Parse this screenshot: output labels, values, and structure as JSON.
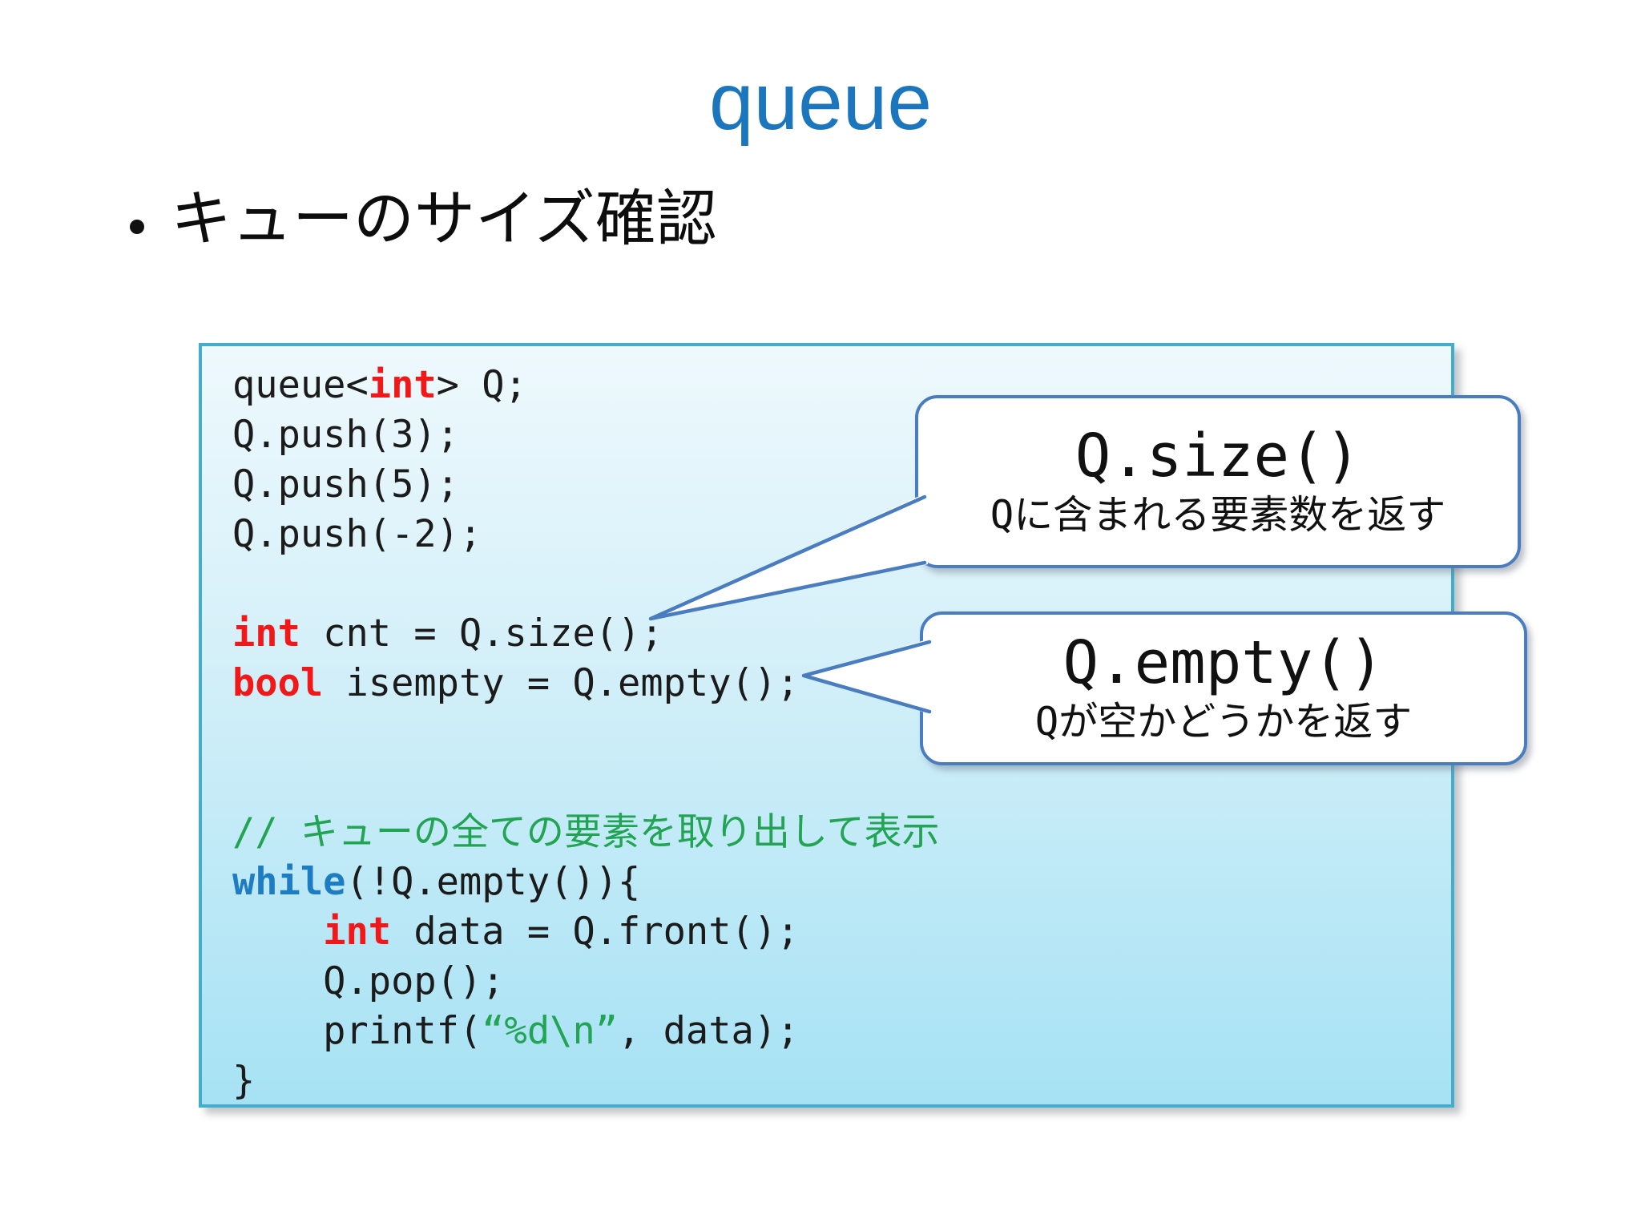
{
  "slide": {
    "title": "queue",
    "bullet_text": "キューのサイズ確認"
  },
  "colors": {
    "title_blue": "#1C76BE",
    "code_box_border": "#43ADCB",
    "code_bg_top": "#EEF9FD",
    "code_bg_bottom": "#A6E2F4",
    "keyword_type_red": "#F01818",
    "keyword_flow_blue": "#1E7CC2",
    "comment_green": "#23A455",
    "string_green": "#23A455",
    "code_text": "#1b1b1b",
    "callout_border_blue": "#4A7CC0",
    "callout_bg": "#FFFFFF"
  },
  "code": {
    "lines": [
      [
        {
          "t": "queue<",
          "c": "plain"
        },
        {
          "t": "int",
          "c": "type"
        },
        {
          "t": "> Q;",
          "c": "plain"
        }
      ],
      [
        {
          "t": "Q.push(3);",
          "c": "plain"
        }
      ],
      [
        {
          "t": "Q.push(5);",
          "c": "plain"
        }
      ],
      [
        {
          "t": "Q.push(-2);",
          "c": "plain"
        }
      ],
      [],
      [
        {
          "t": "int",
          "c": "type"
        },
        {
          "t": " cnt = Q.size();",
          "c": "plain"
        }
      ],
      [
        {
          "t": "bool",
          "c": "type"
        },
        {
          "t": " isempty = Q.empty();",
          "c": "plain"
        }
      ],
      [],
      [],
      [
        {
          "t": "// キューの全ての要素を取り出して表示",
          "c": "comment"
        }
      ],
      [
        {
          "t": "while",
          "c": "flow"
        },
        {
          "t": "(!Q.empty()){",
          "c": "plain"
        }
      ],
      [
        {
          "t": "    ",
          "c": "plain"
        },
        {
          "t": "int",
          "c": "type"
        },
        {
          "t": " data = Q.front();",
          "c": "plain"
        }
      ],
      [
        {
          "t": "    Q.pop();",
          "c": "plain"
        }
      ],
      [
        {
          "t": "    printf(",
          "c": "plain"
        },
        {
          "t": "“%d\\n”",
          "c": "string"
        },
        {
          "t": ", data);",
          "c": "plain"
        }
      ],
      [
        {
          "t": "}",
          "c": "plain"
        }
      ]
    ]
  },
  "callouts": [
    {
      "title": "Q.size()",
      "desc": "Qに含まれる要素数を返す"
    },
    {
      "title": "Q.empty()",
      "desc": "Qが空かどうかを返す"
    }
  ]
}
